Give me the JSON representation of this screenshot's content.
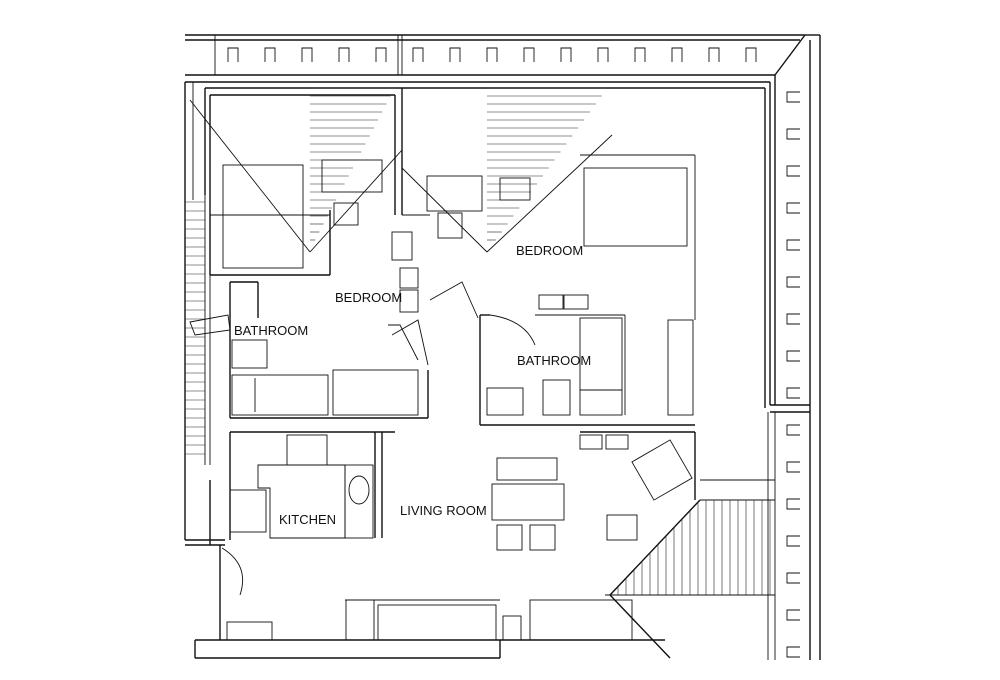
{
  "plan": {
    "rooms": {
      "bedroom_left": "BEDROOM",
      "bedroom_right": "BEDROOM",
      "bathroom_left": "BATHROOM",
      "bathroom_right": "BATHROOM",
      "kitchen": "KITCHEN",
      "living_room": "LIVING ROOM"
    },
    "colors": {
      "line": "#111111",
      "background": "#ffffff"
    }
  }
}
